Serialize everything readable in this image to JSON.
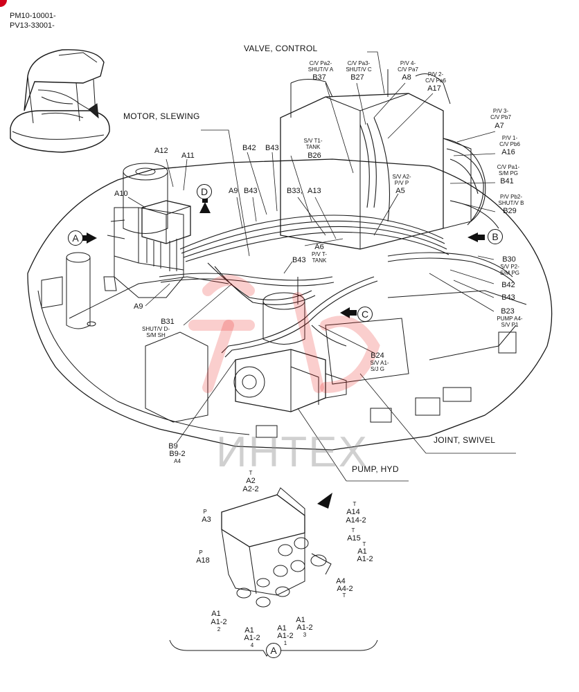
{
  "header": {
    "line1": "PM10-10001-",
    "line2": "PV13-33001-"
  },
  "components": {
    "valve_control": "VALVE, CONTROL",
    "motor_slewing": "MOTOR, SLEWING",
    "joint_swivel": "JOINT, SWIVEL",
    "pump_hyd": "PUMP, HYD"
  },
  "views": {
    "a": "A",
    "b": "B",
    "c": "C",
    "d": "D",
    "a_detail": "A"
  },
  "callouts": {
    "b37": {
      "sub1": "C/V Pa2-",
      "sub2": "SHUT/V A",
      "main": "B37"
    },
    "b27": {
      "sub1": "C/V Pa3-",
      "sub2": "SHUT/V C",
      "main": "B27"
    },
    "a8": {
      "sub1": "P/V 4-",
      "sub2": "C/V Pa7",
      "main": "A8"
    },
    "a17": {
      "sub1": "P/V 2-",
      "sub2": "C/V Pa6",
      "main": "A17"
    },
    "a7": {
      "sub1": "P/V 3-",
      "sub2": "C/V Pb7",
      "main": "A7"
    },
    "a16": {
      "sub1": "P/V 1-",
      "sub2": "C/V Pb6",
      "main": "A16"
    },
    "b41": {
      "sub1": "C/V Pa1-",
      "sub2": "S/M PG",
      "main": "B41"
    },
    "b29": {
      "sub1": "P/V Pb2-",
      "sub2": "SHUT/V B",
      "main": "B29"
    },
    "b26": {
      "sub1": "S/V T1-",
      "sub2": "TANK",
      "main": "B26"
    },
    "a5": {
      "sub1": "S/V A2-",
      "sub2": "P/V P",
      "main": "A5"
    },
    "a6": {
      "main": "A6",
      "sub1": "P/V T-",
      "sub2": "TANK"
    },
    "b30": {
      "main": "B30",
      "sub1": "S/V P2-",
      "sub2": "S/M PG"
    },
    "b23": {
      "main": "B23",
      "sub1": "PUMP A4-",
      "sub2": "S/V P1"
    },
    "b31": {
      "main": "B31",
      "sub1": "SHUT/V D-",
      "sub2": "S/M SH"
    },
    "b24": {
      "main": "B24",
      "sub1": "S/V A1-",
      "sub2": "S/J G"
    },
    "a12": "A12",
    "a11": "A11",
    "b42_top": "B42",
    "b43_top": "B43",
    "a10": "A10",
    "a9_top": "A9",
    "b43_mid": "B43",
    "b33": "B33,",
    "a13": "A13",
    "b43_low": "B43",
    "a9_low": "A9",
    "b42_right": "B42",
    "b43_right": "B43",
    "b9": "B9",
    "b9_2": "B9-2",
    "b9_sub": "A4"
  },
  "detail": {
    "a2_t": "T",
    "a2": "A2",
    "a2_2": "A2-2",
    "a3_p": "P",
    "a3": "A3",
    "a14_t": "T",
    "a14": "A14",
    "a14_2": "A14-2",
    "a15_t": "T",
    "a15": "A15",
    "a1_t": "T",
    "a1": "A1",
    "a1_2": "A1-2",
    "a18_p": "P",
    "a18": "A18",
    "a4": "A4",
    "a4_2": "A4-2",
    "a4_t": "T",
    "l1_a": "A1",
    "l1_b": "A1-2",
    "l1_n": "2",
    "l2_a": "A1",
    "l2_b": "A1-2",
    "l2_n": "4",
    "l3_a": "A1",
    "l3_b": "A1-2",
    "l3_n": "1",
    "l4_a": "A1",
    "l4_b": "A1-2",
    "l4_n": "3"
  },
  "watermark": "ИНТЕХ",
  "colors": {
    "line": "#1a1a1a",
    "watermark_red": "#e8201c",
    "mark": "#d0021b"
  }
}
